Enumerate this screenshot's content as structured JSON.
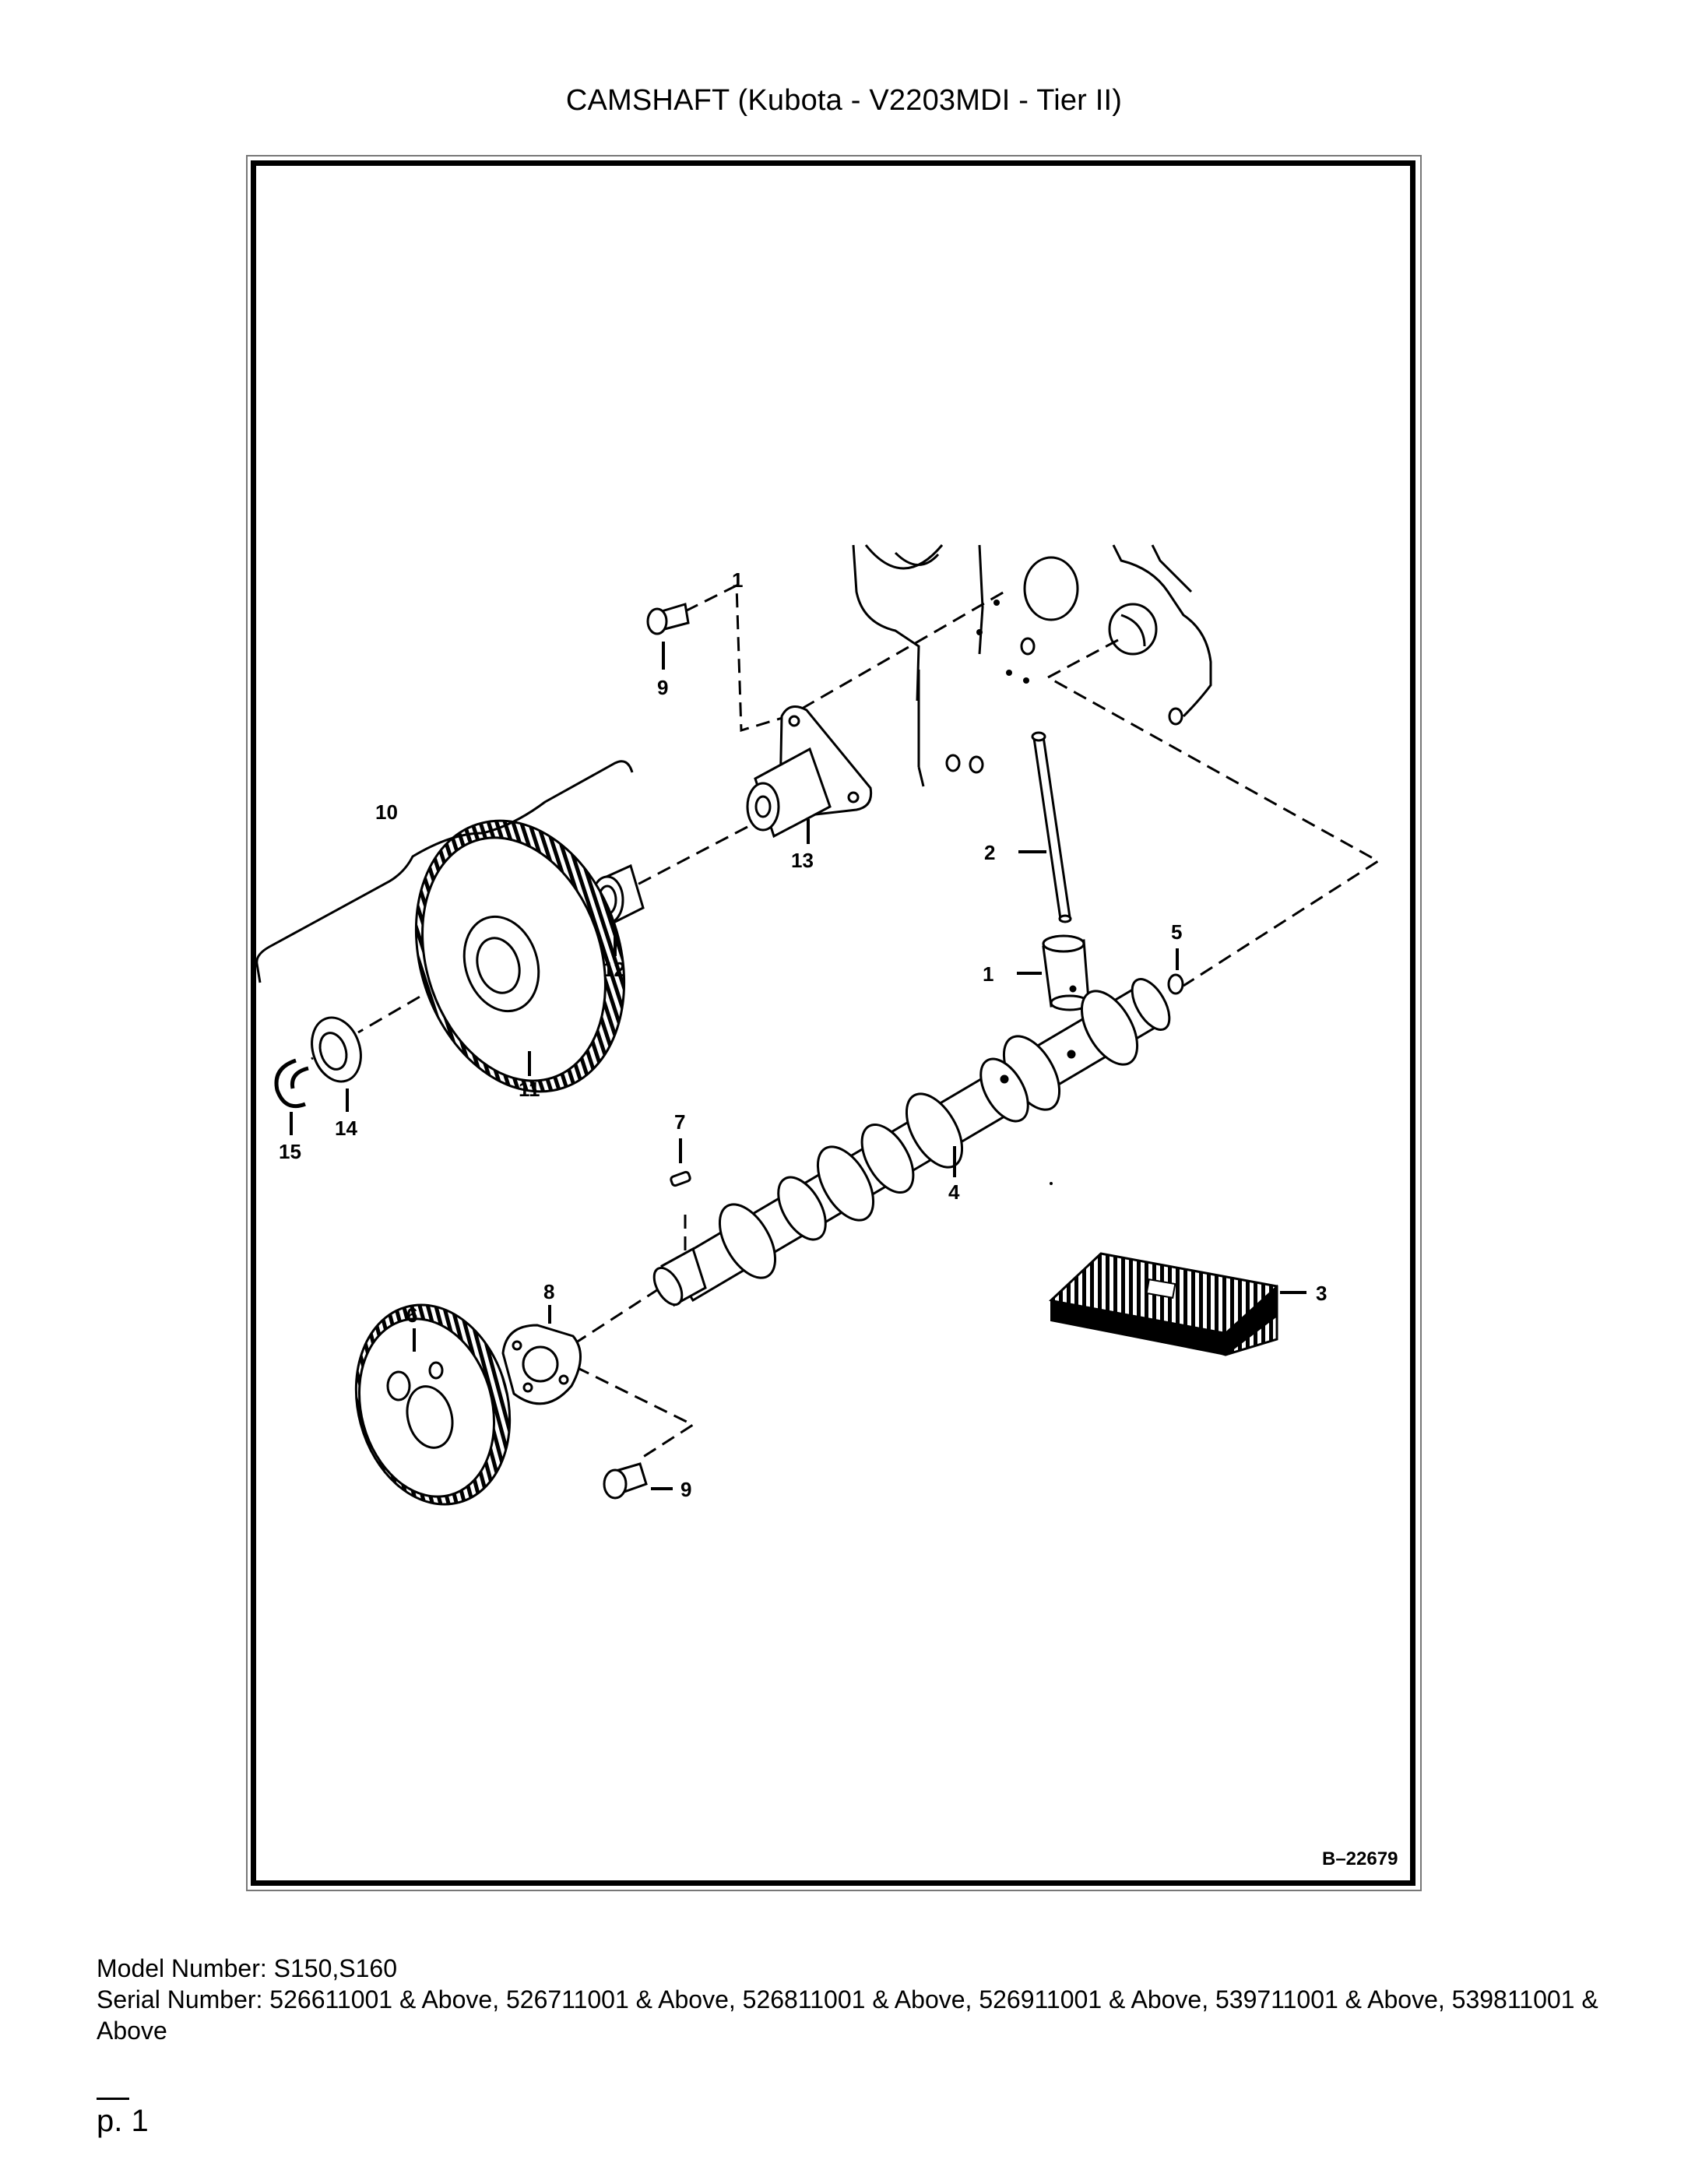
{
  "document": {
    "title": "CAMSHAFT (Kubota - V2203MDI - Tier II)",
    "figure_id": "B–22679",
    "model_number": "Model Number: S150,S160",
    "serial_number": "Serial Number: 526611001 & Above, 526711001 & Above, 526811001 & Above, 526911001 & Above, 539711001 & Above, 539811001 & Above",
    "page": "p. 1"
  },
  "callouts": {
    "c1a": "1",
    "c1b": "1",
    "c2": "2",
    "c3": "3",
    "c4": "4",
    "c5": "5",
    "c6": "6",
    "c7": "7",
    "c8": "8",
    "c9a": "9",
    "c9b": "9",
    "c10": "10",
    "c11": "11",
    "c12": "12",
    "c13": "13",
    "c14": "14",
    "c15": "15"
  }
}
